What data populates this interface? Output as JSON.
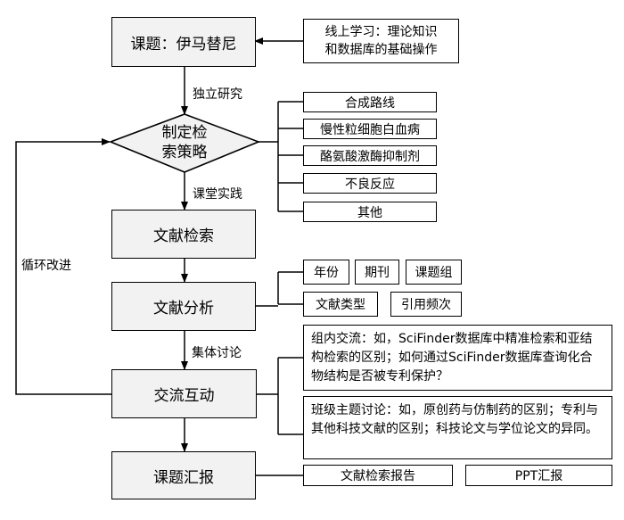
{
  "main_flow": {
    "topic": "课题：伊马替尼",
    "strategy_line1": "制定检",
    "strategy_line2": "索策略",
    "retrieval": "文献检索",
    "analysis": "文献分析",
    "interaction": "交流互动",
    "report": "课题汇报"
  },
  "edge_labels": {
    "independent": "独立研究",
    "practice": "课堂实践",
    "group_discussion": "集体讨论",
    "loop": "循环改进"
  },
  "online_learning": {
    "line1": "线上学习：理论知识",
    "line2": "和数据库的基础操作"
  },
  "strategy_items": [
    "合成路线",
    "慢性粒细胞白血病",
    "酪氨酸激酶抑制剂",
    "不良反应",
    "其他"
  ],
  "analysis_items": [
    "年份",
    "期刊",
    "课题组",
    "文献类型",
    "引用频次"
  ],
  "interaction_items": [
    "组内交流：如，SciFinder数据库中精准检索和亚结构检索的区别；如何通过SciFinder数据库查询化合物结构是否被专利保护？",
    "班级主题讨论：如，原创药与仿制药的区别；专利与其他科技文献的区别；科技论文与学位论文的异同。"
  ],
  "report_items": [
    "文献检索报告",
    "PPT汇报"
  ]
}
